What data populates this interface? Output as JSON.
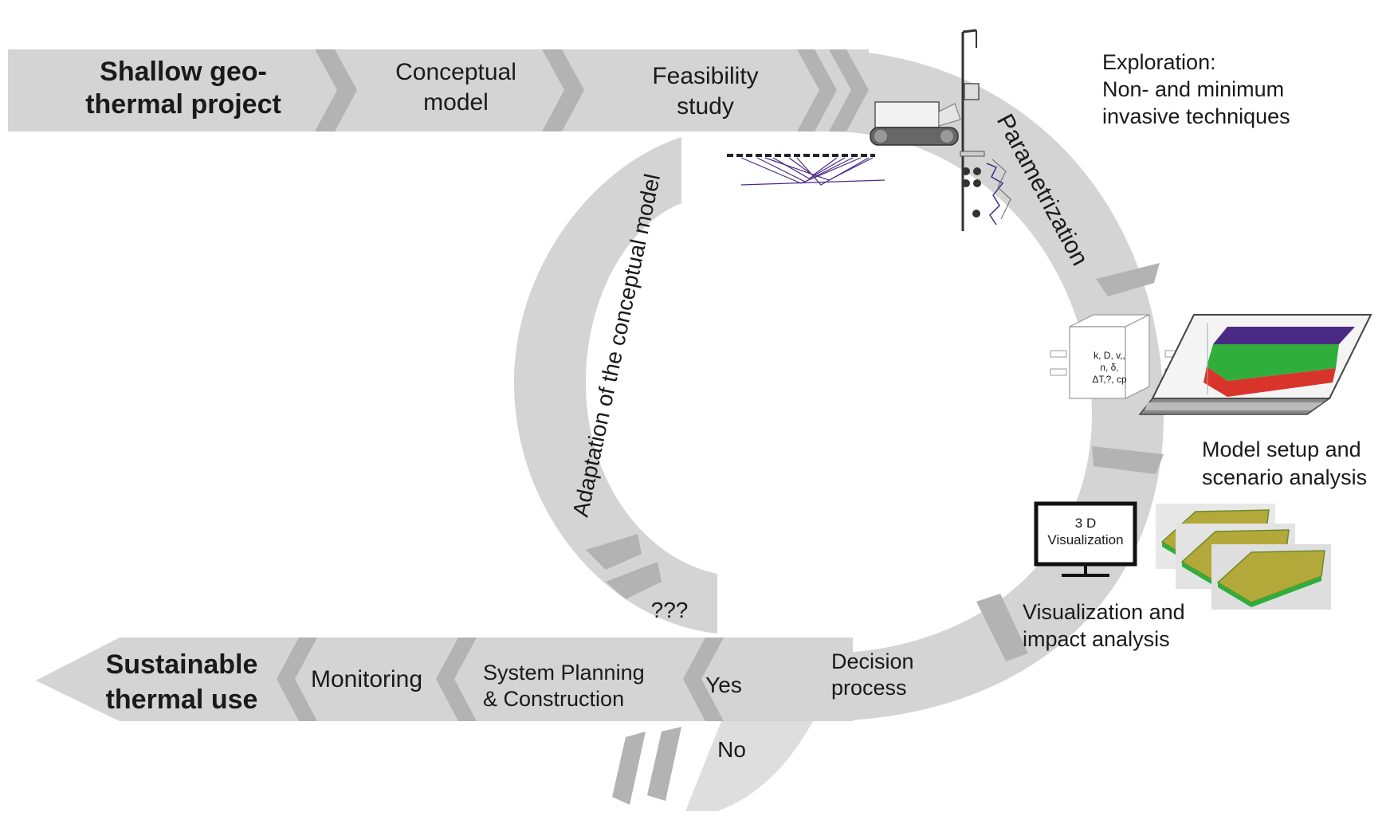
{
  "top_band": {
    "start_line1": "Shallow geo-",
    "start_line2": "thermal project",
    "stage1_line1": "Conceptual",
    "stage1_line2": "model",
    "stage2_line1": "Feasibility",
    "stage2_line2": "study"
  },
  "loop": {
    "parametrization": "Parametrization",
    "adaptation": "Adaptation of the conceptual model",
    "unknown": "???"
  },
  "exploration": {
    "line1": "Exploration:",
    "line2": "Non- and minimum",
    "line3": "invasive techniques"
  },
  "model_setup": {
    "line1": "Model setup and",
    "line2": "scenario analysis",
    "params_line1": "k, D, v,,",
    "params_line2": "n, δ,",
    "params_line3": "ΔT,?, cp"
  },
  "visualization": {
    "monitor_line1": "3 D",
    "monitor_line2": "Visualization",
    "line1": "Visualization and",
    "line2": "impact analysis"
  },
  "bottom_band": {
    "decision_line1": "Decision",
    "decision_line2": "process",
    "yes": "Yes",
    "no": "No",
    "planning_line1": "System Planning",
    "planning_line2": "& Construction",
    "monitoring": "Monitoring",
    "end_line1": "Sustainable",
    "end_line2": "thermal use"
  },
  "colors": {
    "band": "#d4d4d4",
    "chevron": "#b3b3b3",
    "model_top": "#4b2a86",
    "model_middle": "#2fae3c",
    "model_bottom": "#d8342c",
    "terrain": "#b3a93a"
  }
}
